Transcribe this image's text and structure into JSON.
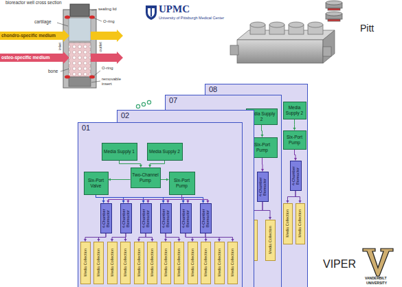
{
  "diagram": {
    "nodes": [
      {
        "text": [
          "01"
        ]
      },
      {
        "text": [
          "Media Supply 1"
        ],
        "in": 0
      },
      {
        "text": [
          "Media Supply 2"
        ],
        "in": 0
      },
      {
        "text": [
          "Six-Port Valve"
        ],
        "in": 0
      },
      {
        "text": [
          "Two-Channel Pump"
        ],
        "in": 0
      },
      {
        "text": [
          "Six-Port Pump"
        ],
        "in": 0
      },
      {
        "text": [
          "4-Chamber Bioreactor"
        ],
        "in": 0
      },
      {
        "text": [
          "4-Chamber Bioreactor"
        ],
        "in": 0
      },
      {
        "text": [
          "4-Chamber Bioreactor"
        ],
        "in": 0
      },
      {
        "text": [
          "4-Chamber Bioreactor"
        ],
        "in": 0
      },
      {
        "text": [
          "4-Chamber Bioreactor"
        ],
        "in": 0
      },
      {
        "text": [
          "4-Chamber Bioreactor"
        ],
        "in": 0
      },
      {
        "text": [
          "Media Collection"
        ],
        "in": 0
      },
      {
        "text": [
          "Media Collection"
        ],
        "in": 0
      },
      {
        "text": [
          "Media Collection"
        ],
        "in": 0
      },
      {
        "text": [
          "Media Collection"
        ],
        "in": 0
      },
      {
        "text": [
          "Media Collection"
        ],
        "in": 0
      },
      {
        "text": [
          "Media Collection"
        ],
        "in": 0
      },
      {
        "text": [
          "Media Collection"
        ],
        "in": 0
      },
      {
        "text": [
          "Media Collection"
        ],
        "in": 0
      },
      {
        "text": [
          "Media Collection"
        ],
        "in": 0
      },
      {
        "text": [
          "Media Collection"
        ],
        "in": 0
      },
      {
        "text": [
          "Media Collection"
        ],
        "in": 0
      },
      {
        "text": [
          "Media Collection"
        ],
        "in": 0
      },
      {
        "text": [
          "02"
        ]
      },
      {
        "text": [
          "07"
        ]
      },
      {
        "text": [
          "Media Supply 2"
        ],
        "in": 25
      },
      {
        "text": [
          "Six-Port Pump"
        ],
        "in": 25
      },
      {
        "text": [
          "4-Chamber Bioreactor"
        ],
        "in": 25
      },
      {
        "text": [
          "Media Collection"
        ],
        "in": 25
      },
      {
        "text": [
          "Media Collection"
        ],
        "in": 25
      },
      {
        "text": [
          "08"
        ]
      },
      {
        "text": [
          "Media Supply 2"
        ],
        "in": 31
      },
      {
        "text": [
          "Six-Port Pump"
        ],
        "in": 31
      },
      {
        "text": [
          "4-Chamber Bioreactor"
        ],
        "in": 31
      },
      {
        "text": [
          "Media Collection"
        ],
        "in": 31
      },
      {
        "text": [
          "Media Collection"
        ],
        "in": 31
      }
    ],
    "edges": [
      {
        "from": 1,
        "to": 4,
        "arrow": "to"
      },
      {
        "from": 2,
        "to": 4,
        "arrow": "to"
      },
      {
        "from": 4,
        "to": 3,
        "arrow": "to"
      },
      {
        "from": 4,
        "to": 5,
        "arrow": "to"
      },
      {
        "from": 3,
        "to": 6,
        "arrow": "to"
      },
      {
        "from": 3,
        "to": 7,
        "arrow": "to"
      },
      {
        "from": 3,
        "to": 8,
        "arrow": "to"
      },
      {
        "from": 3,
        "to": 9,
        "arrow": "to"
      },
      {
        "from": 3,
        "to": 10,
        "arrow": "to"
      },
      {
        "from": 3,
        "to": 11,
        "arrow": "to"
      },
      {
        "from": 5,
        "to": 6,
        "arrow": "to"
      },
      {
        "from": 5,
        "to": 7,
        "arrow": "to"
      },
      {
        "from": 5,
        "to": 8,
        "arrow": "to"
      },
      {
        "from": 5,
        "to": 9,
        "arrow": "to"
      },
      {
        "from": 5,
        "to": 10,
        "arrow": "to"
      },
      {
        "from": 5,
        "to": 11,
        "arrow": "to"
      },
      {
        "from": 6,
        "to": 12,
        "arrow": "to"
      },
      {
        "from": 6,
        "to": 13,
        "arrow": "to"
      },
      {
        "from": 7,
        "to": 14,
        "arrow": "to"
      },
      {
        "from": 7,
        "to": 15,
        "arrow": "to"
      },
      {
        "from": 8,
        "to": 16,
        "arrow": "to"
      },
      {
        "from": 8,
        "to": 17,
        "arrow": "to"
      },
      {
        "from": 9,
        "to": 18,
        "arrow": "to"
      },
      {
        "from": 9,
        "to": 19,
        "arrow": "to"
      },
      {
        "from": 10,
        "to": 20,
        "arrow": "to"
      },
      {
        "from": 10,
        "to": 21,
        "arrow": "to"
      },
      {
        "from": 11,
        "to": 22,
        "arrow": "to"
      },
      {
        "from": 11,
        "to": 23,
        "arrow": "to"
      },
      {
        "from": 26,
        "to": 27,
        "arrow": "to"
      },
      {
        "from": 27,
        "to": 28,
        "arrow": "to"
      },
      {
        "from": 28,
        "to": 29,
        "arrow": "to"
      },
      {
        "from": 28,
        "to": 30,
        "arrow": "to"
      },
      {
        "from": 32,
        "to": 33,
        "arrow": "to"
      },
      {
        "from": 33,
        "to": 34,
        "arrow": "to"
      },
      {
        "from": 34,
        "to": 35,
        "arrow": "to"
      },
      {
        "from": 34,
        "to": 36,
        "arrow": "to"
      }
    ],
    "labels": [
      "bioreactor well cross section",
      "sealing lid",
      "cartilage",
      "O-ring",
      "chondro-specific medium",
      "inlet",
      "outlet",
      "osteo-specific medium",
      "bone",
      "O-ring",
      "removable insert",
      "UPMC",
      "University of Pittsburgh Medical Center",
      "Pitt",
      "VIPER",
      "VANDERBILT",
      "UNIVERSITY"
    ]
  }
}
